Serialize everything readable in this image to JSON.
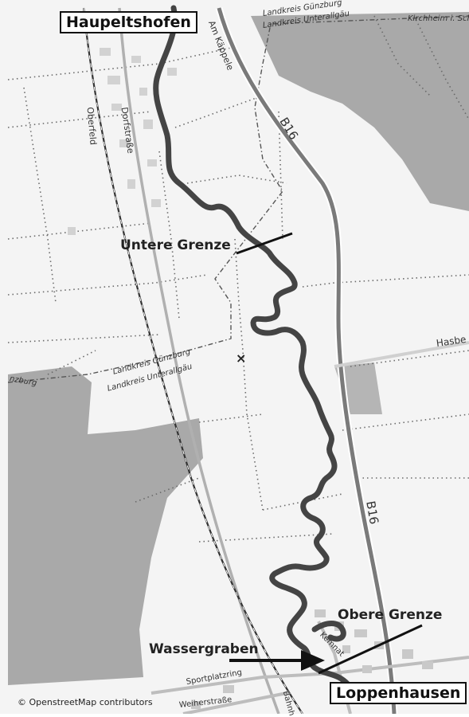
{
  "places": {
    "north": "Haupeltshofen",
    "south": "Loppenhausen"
  },
  "annotations": {
    "lower_boundary": "Untere Grenze",
    "upper_boundary": "Obere Grenze",
    "ditch": "Wassergraben"
  },
  "roads": {
    "b16_top": "B16",
    "b16_bottom": "B16",
    "am_kaeppele": "Am Käppele",
    "oberfeld": "Oberfeld",
    "dorfstrasse": "Dorfstraße",
    "hasberg": "Hasbe",
    "kirchheim": "Kirchheim i. Sch",
    "sportplatzring": "Sportplatzring",
    "bahnhof": "Bahnh",
    "weiherstrasse": "Weiherstraße",
    "kemnat": "Kemnat",
    "burg": "nzburg"
  },
  "boundaries": {
    "county_gz_top": "Landkreis Günzburg",
    "county_ua_top": "Landkreis Unterallgäu",
    "county_gz_mid": "Landkreis Günzburg",
    "county_ua_mid": "Landkreis Unterallgäu"
  },
  "markers": {
    "cross": "×"
  },
  "attribution": "© OpenstreetMap contributors",
  "colors": {
    "forest": "#a9a9a9",
    "background": "#f4f4f4",
    "river": "#444444",
    "road": "#7a7a7a"
  }
}
